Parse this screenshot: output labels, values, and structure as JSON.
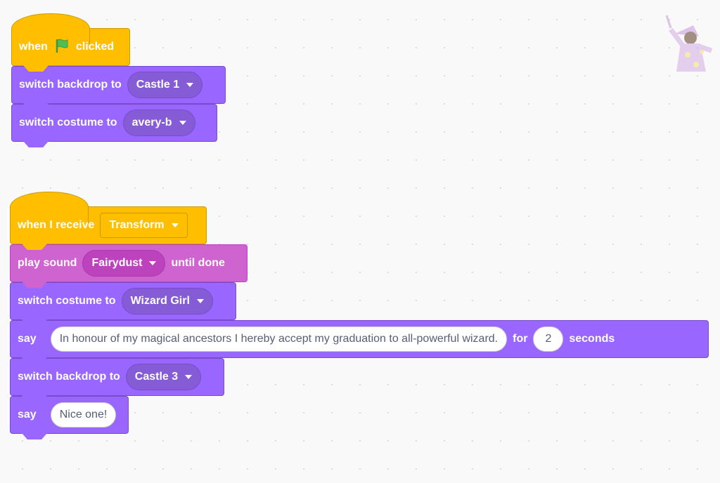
{
  "script1": {
    "hat": {
      "when": "when",
      "clicked": "clicked"
    },
    "backdrop": {
      "label": "switch backdrop to",
      "value": "Castle 1"
    },
    "costume": {
      "label": "switch costume to",
      "value": "avery-b"
    }
  },
  "script2": {
    "hat": {
      "label": "when I receive",
      "value": "Transform"
    },
    "sound": {
      "label": "play sound",
      "value": "Fairydust",
      "suffix": "until done"
    },
    "costume": {
      "label": "switch costume to",
      "value": "Wizard Girl"
    },
    "say1": {
      "label": "say",
      "text": "In honour of my magical ancestors I hereby accept my graduation to all-powerful wizard.",
      "for": "for",
      "secs": "2",
      "seconds": "seconds"
    },
    "backdrop": {
      "label": "switch backdrop to",
      "value": "Castle 3"
    },
    "say2": {
      "label": "say",
      "text": "Nice one!"
    }
  },
  "colors": {
    "events": "#ffbf00",
    "looks": "#9966ff",
    "sound": "#cf63cf",
    "flag": "#4cbf56"
  },
  "icons": {
    "flag": "green-flag-icon",
    "sprite": "sprite-thumbnail"
  }
}
